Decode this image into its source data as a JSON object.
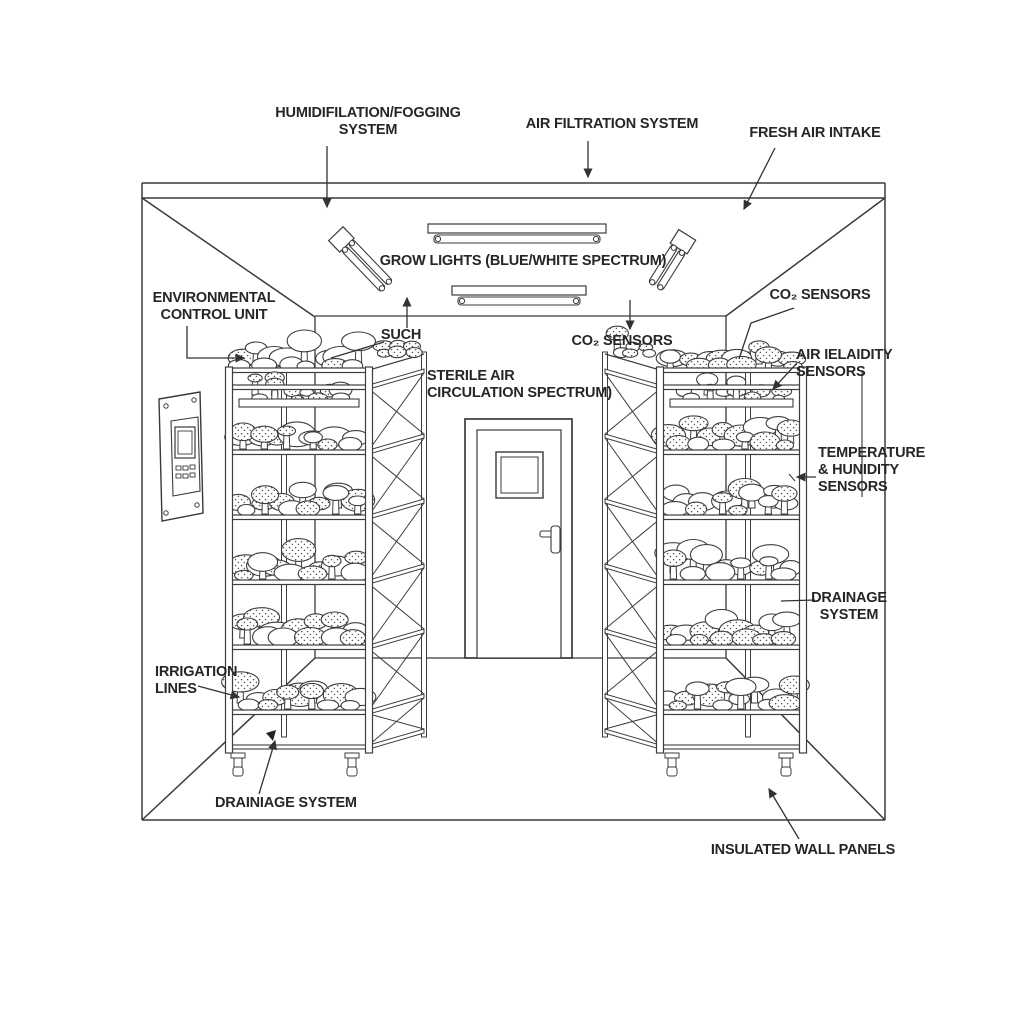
{
  "colors": {
    "background": "#ffffff",
    "line": "#3a3a3a",
    "text": "#262626"
  },
  "labels": {
    "humidification": {
      "line1": "HUMIDIFILATION/FOGGING",
      "line2": "SYSTEM"
    },
    "air_filtration": {
      "text": "AIR FILTRATION SYSTEM"
    },
    "fresh_air_intake": {
      "text": "FRESH AIR INTAKE"
    },
    "grow_lights": {
      "text": "GROW LIGHTS (BLUE/WHITE SPECTRUM)"
    },
    "environmental_control_unit": {
      "line1": "ENVIRONMENTAL",
      "line2": "CONTROL UNIT"
    },
    "such": {
      "text": "SUCH"
    },
    "co2_sensors_center": {
      "text": "CO₂ SENSORS"
    },
    "sterile_air": {
      "line1": "STERILE AIR",
      "line2": "CIRCULATION SPECTRUM)"
    },
    "co2_sensors_right": {
      "text": "CO₂ SENSORS"
    },
    "air_humidity_sensors": {
      "line1": "AIR IELAIDITY",
      "line2": "SENSORS"
    },
    "temperature_humidity_sensors": {
      "line1": "TEMPERATURE",
      "line2": "& HUNIDITY",
      "line3": "SENSORS"
    },
    "drainage_system_right": {
      "line1": "DRAINAGE",
      "line2": "SYSTEM"
    },
    "irrigation_lines": {
      "line1": "IRRIGATION",
      "line2": "LINES"
    },
    "drainage_system_left": {
      "text": "DRAINIAGE SYSTEM"
    },
    "insulated_wall_panels": {
      "text": "INSULATED WALL PANELS"
    }
  }
}
